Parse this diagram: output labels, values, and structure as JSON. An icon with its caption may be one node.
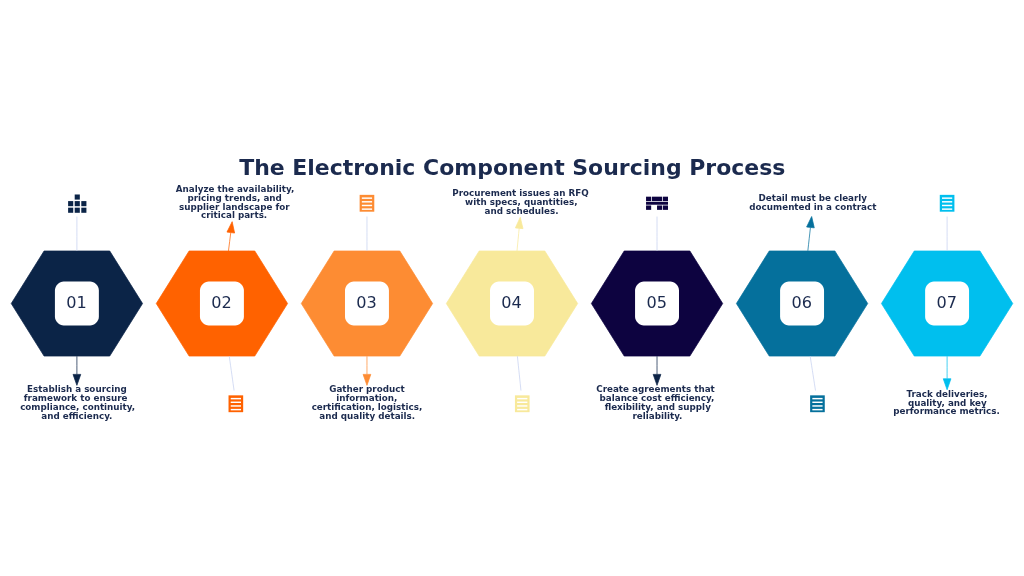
{
  "diagram": {
    "title": "The Electronic Component Sourcing Process",
    "nodes": [
      {
        "text": [
          "01"
        ]
      },
      {
        "text": [
          "Establish a sourcing framework to ensure compliance, continuity, and efficiency."
        ]
      },
      {
        "text": [],
        "shape": "picture"
      },
      {
        "text": [
          "02"
        ]
      },
      {
        "text": [
          "Analyze the availability, pricing trends, and supplier landscape for critical parts."
        ]
      },
      {
        "text": [],
        "shape": "picture"
      },
      {
        "text": [
          "03"
        ]
      },
      {
        "text": [
          "Gather product information, certification, logistics, and quality details."
        ]
      },
      {
        "text": [],
        "shape": "picture"
      },
      {
        "text": [
          "04"
        ]
      },
      {
        "text": [
          "Procurement issues an RFQ with specs, quantities, and schedules."
        ]
      },
      {
        "text": [],
        "shape": "picture"
      },
      {
        "text": [
          "05"
        ]
      },
      {
        "text": [
          "Create agreements that balance cost efficiency, flexibility, and supply reliability."
        ]
      },
      {
        "text": [],
        "shape": "picture"
      },
      {
        "text": [
          "06"
        ]
      },
      {
        "text": [
          "Detail must be clearly documented in a contract"
        ]
      },
      {
        "text": [],
        "shape": "picture"
      },
      {
        "text": [
          "07"
        ]
      },
      {
        "text": [
          "Track deliveries, quality, and key performance metrics."
        ]
      },
      {
        "text": [],
        "shape": "picture"
      }
    ],
    "edges": [
      {
        "from": 0,
        "to": 1,
        "arrow": "to",
        "color": "#0b2447"
      },
      {
        "from": 2,
        "to": 0,
        "arrow": "none"
      },
      {
        "from": 3,
        "to": 4,
        "arrow": "to",
        "color": "#ff6200"
      },
      {
        "from": 5,
        "to": 3,
        "arrow": "none"
      },
      {
        "from": 6,
        "to": 7,
        "arrow": "to",
        "color": "#fd8c33"
      },
      {
        "from": 8,
        "to": 6,
        "arrow": "none"
      },
      {
        "from": 9,
        "to": 10,
        "arrow": "to",
        "color": "#f8e99b"
      },
      {
        "from": 11,
        "to": 9,
        "arrow": "none"
      },
      {
        "from": 12,
        "to": 13,
        "arrow": "to",
        "color": "#0d2447"
      },
      {
        "from": 14,
        "to": 12,
        "arrow": "none"
      },
      {
        "from": 15,
        "to": 16,
        "arrow": "to",
        "color": "#05709c"
      },
      {
        "from": 17,
        "to": 15,
        "arrow": "none"
      },
      {
        "from": 18,
        "to": 19,
        "arrow": "to",
        "color": "#00bfee"
      },
      {
        "from": 20,
        "to": 18,
        "arrow": "none"
      }
    ]
  }
}
